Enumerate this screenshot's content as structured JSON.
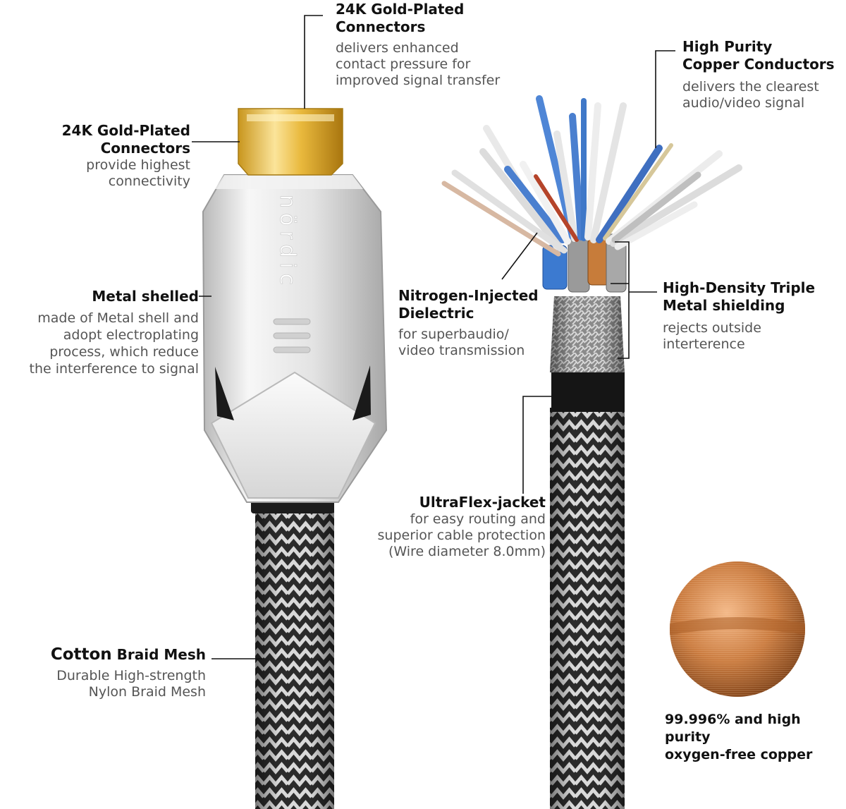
{
  "brand": {
    "logo_text": "nördic"
  },
  "callouts": {
    "connector_top": {
      "title": "24K Gold-Plated\nConnectors",
      "desc": "delivers enhanced\ncontact pressure for\nimproved signal transfer"
    },
    "connector_left": {
      "title": "24K Gold-Plated\nConnectors",
      "desc": "provide highest\nconnectivity"
    },
    "metal_shell": {
      "title": "Metal shelled",
      "desc": "made of Metal shell and\nadopt electroplating\nprocess, which reduce\nthe interference to signal"
    },
    "braid_mesh": {
      "title_word": "Cotton",
      "title_rest": "Braid Mesh",
      "desc": "Durable High-strength\nNylon Braid Mesh"
    },
    "conductors": {
      "title": "High Purity\nCopper Conductors",
      "desc": "delivers the clearest\naudio/video signal"
    },
    "dielectric": {
      "title": "Nitrogen-Injected\nDielectric",
      "desc": "for superbaudio/\nvideo transmission"
    },
    "shielding": {
      "title": "High-Density Triple\nMetal shielding",
      "desc": "rejects outside\ninterterence"
    },
    "jacket": {
      "title": "UltraFlex-jacket",
      "desc": "for easy routing and\nsuperior cable protection\n(Wire diameter 8.0mm)"
    },
    "copper": {
      "title": "99.996% and high purity\noxygen-free copper"
    }
  },
  "colors": {
    "gold": "#e6b83a",
    "shell": "#e9e9e9",
    "braid_dark": "#2a2a2a",
    "braid_light": "#d8d8d8",
    "copper": "#c67a3a",
    "wire_blue": "#3f78c8",
    "wire_red": "#b5442a",
    "leader": "#111111"
  }
}
